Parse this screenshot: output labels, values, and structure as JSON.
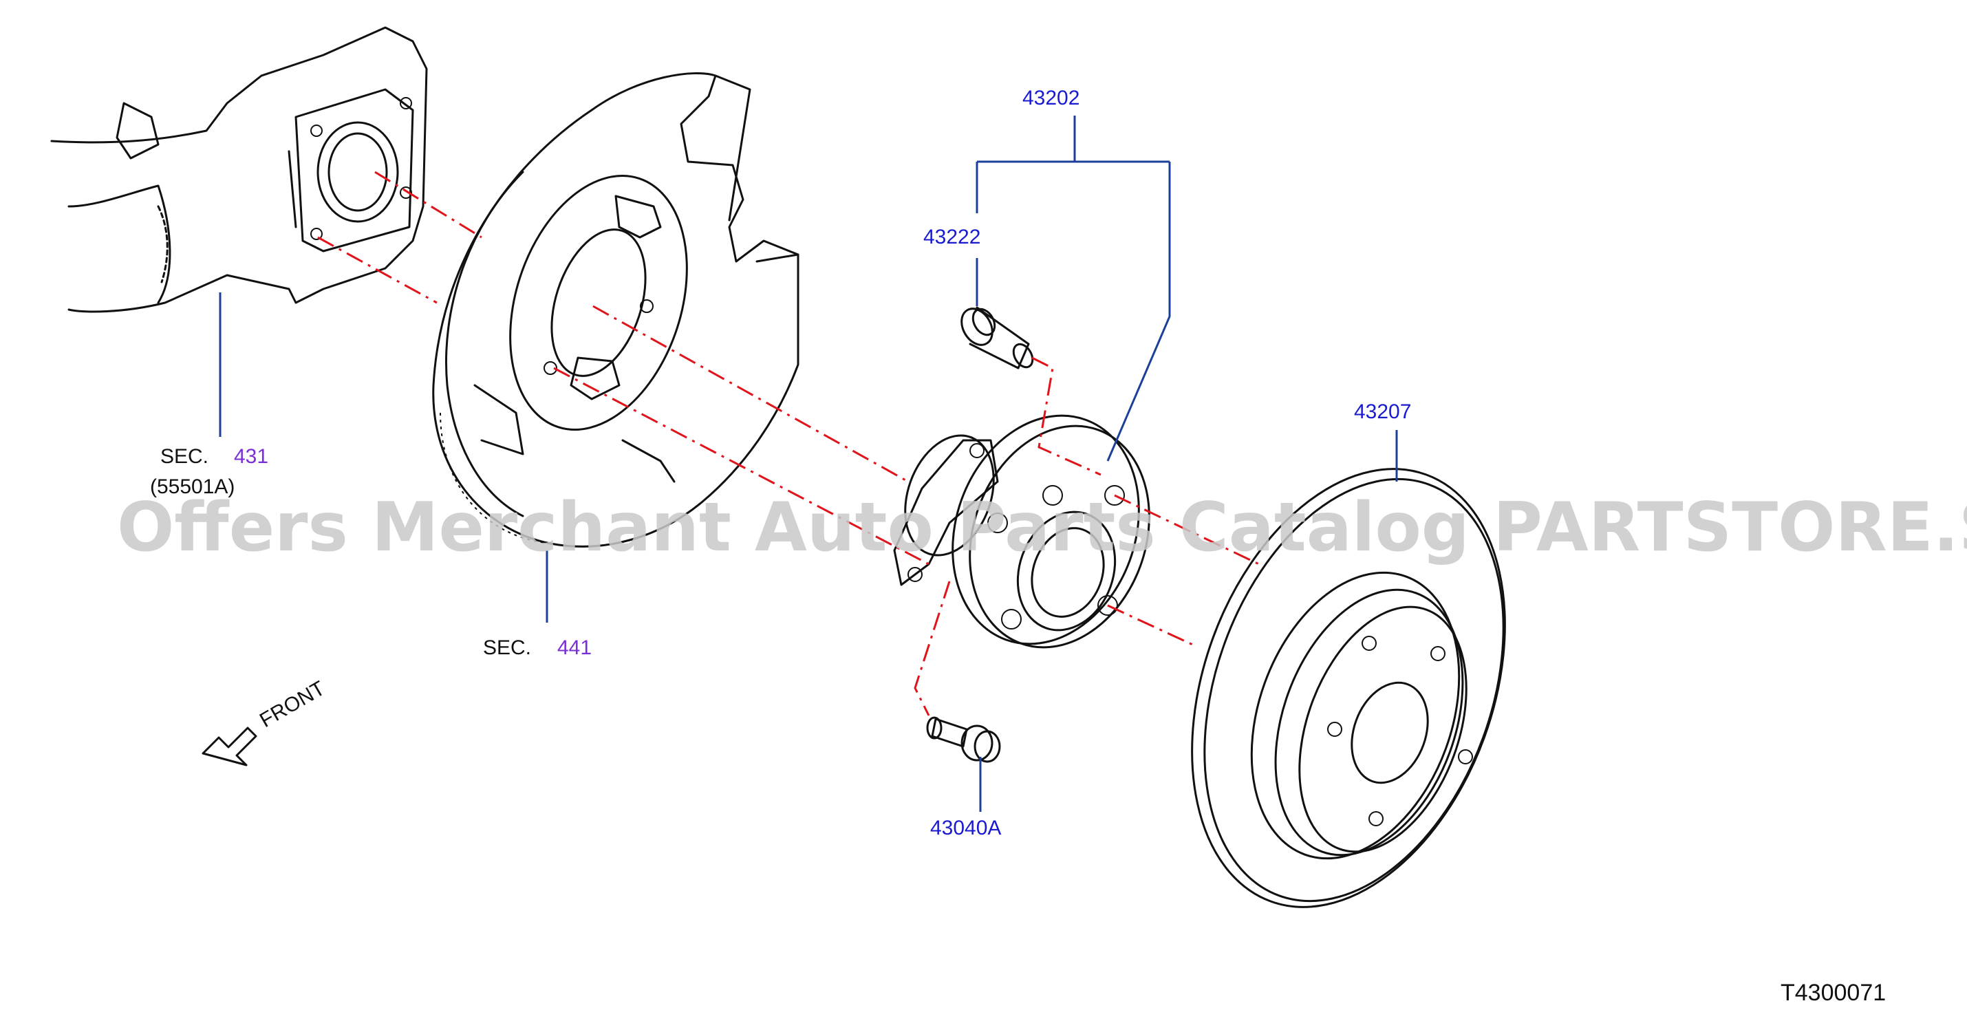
{
  "labels": {
    "hub_assembly": "43202",
    "hub_bolt": "43222",
    "disc_rotor": "43207",
    "hub_mount_bolt": "43040A",
    "knuckle_sec_prefix": "SEC.",
    "knuckle_sec_number": "431",
    "knuckle_sub_ref": "(55501A)",
    "backplate_sec_prefix": "SEC.",
    "backplate_sec_number": "441",
    "front_direction": "FRONT",
    "diagram_code": "T4300071"
  },
  "watermark": "Offers Merchant Auto Parts Catalog PARTSTORE.SA",
  "colors": {
    "part_number": "#1a1ad0",
    "section_ref": "#7a2fd6",
    "centerline": "#e0141a",
    "leader": "#1c3f9a",
    "outline": "#111111"
  }
}
